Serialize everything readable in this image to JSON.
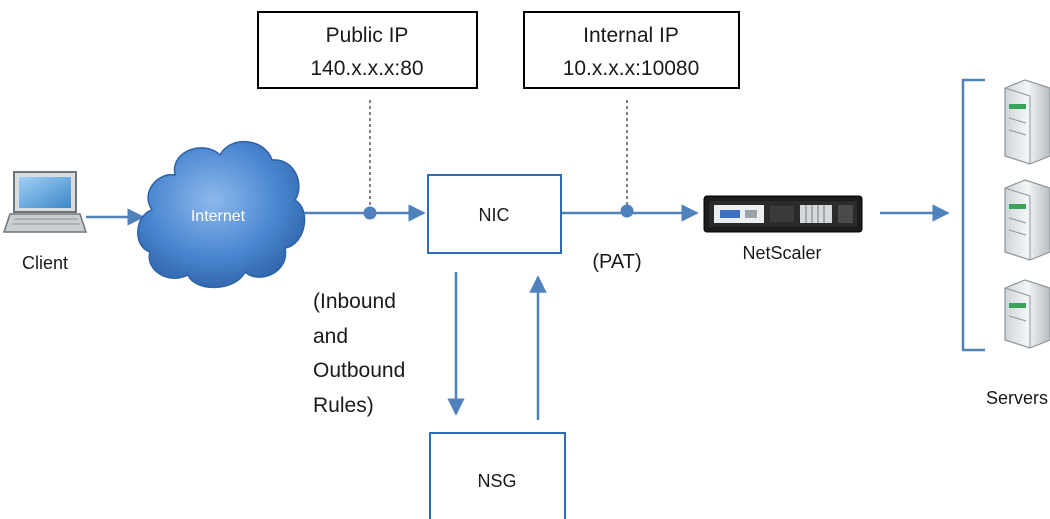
{
  "public_ip": {
    "title": "Public IP",
    "address": "140.x.x.x:80"
  },
  "internal_ip": {
    "title": "Internal IP",
    "address": "10.x.x.x:10080"
  },
  "client": {
    "label": "Client",
    "icon": "laptop-icon"
  },
  "internet": {
    "label": "Internet",
    "icon": "cloud-icon"
  },
  "nic": {
    "label": "NIC"
  },
  "nsg": {
    "label": "NSG"
  },
  "pat": {
    "label": "(PAT)"
  },
  "netscaler": {
    "label": "NetScaler",
    "icon": "appliance-icon"
  },
  "rules": {
    "lines": [
      "(Inbound",
      "and",
      "Outbound",
      "Rules)"
    ]
  },
  "servers": {
    "label": "Servers",
    "icon": "server-icon"
  },
  "colors": {
    "connector": "#4f81bd",
    "cloud": "#4a86d0",
    "box_border": "#2e6cae",
    "label_box_border": "#000000",
    "dashed_line": "#555555"
  }
}
